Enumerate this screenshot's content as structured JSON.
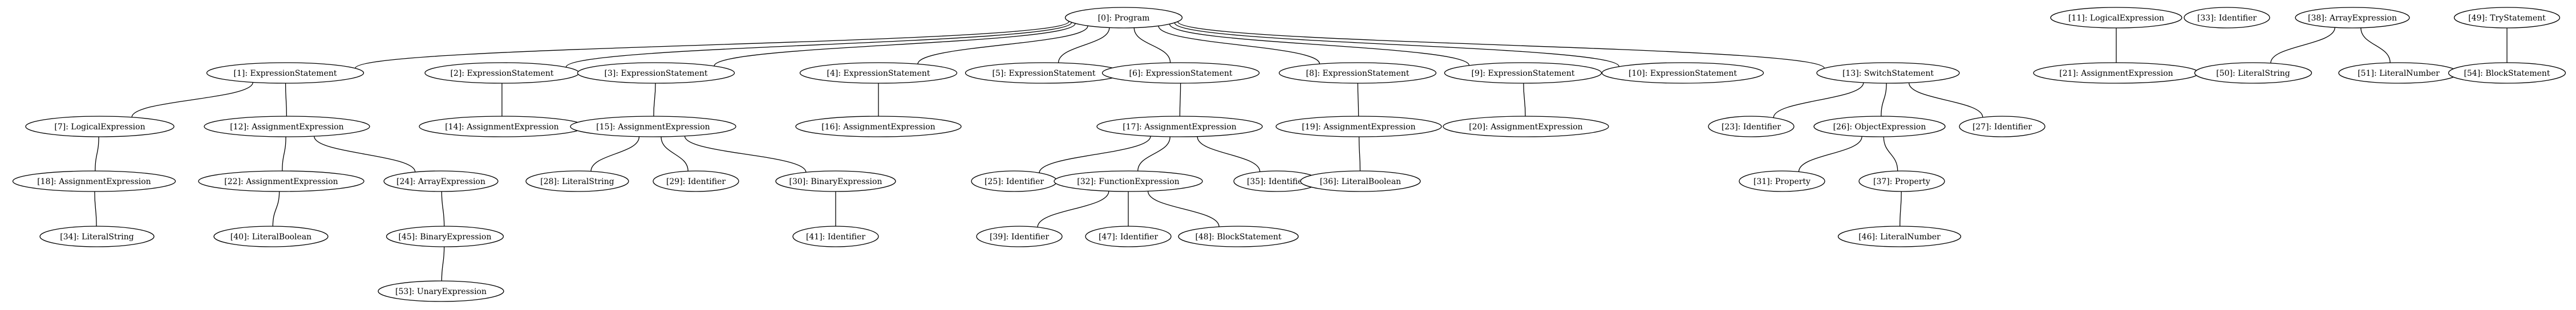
{
  "nodes": [
    {
      "id": 0,
      "label": "[0]: Program"
    },
    {
      "id": 1,
      "label": "[1]: ExpressionStatement"
    },
    {
      "id": 2,
      "label": "[2]: ExpressionStatement"
    },
    {
      "id": 3,
      "label": "[3]: ExpressionStatement"
    },
    {
      "id": 4,
      "label": "[4]: ExpressionStatement"
    },
    {
      "id": 5,
      "label": "[5]: ExpressionStatement"
    },
    {
      "id": 6,
      "label": "[6]: ExpressionStatement"
    },
    {
      "id": 8,
      "label": "[8]: ExpressionStatement"
    },
    {
      "id": 9,
      "label": "[9]: ExpressionStatement"
    },
    {
      "id": 10,
      "label": "[10]: ExpressionStatement"
    },
    {
      "id": 13,
      "label": "[13]: SwitchStatement"
    },
    {
      "id": 7,
      "label": "[7]: LogicalExpression"
    },
    {
      "id": 12,
      "label": "[12]: AssignmentExpression"
    },
    {
      "id": 14,
      "label": "[14]: AssignmentExpression"
    },
    {
      "id": 15,
      "label": "[15]: AssignmentExpression"
    },
    {
      "id": 16,
      "label": "[16]: AssignmentExpression"
    },
    {
      "id": 17,
      "label": "[17]: AssignmentExpression"
    },
    {
      "id": 19,
      "label": "[19]: AssignmentExpression"
    },
    {
      "id": 20,
      "label": "[20]: AssignmentExpression"
    },
    {
      "id": 23,
      "label": "[23]: Identifier"
    },
    {
      "id": 26,
      "label": "[26]: ObjectExpression"
    },
    {
      "id": 27,
      "label": "[27]: Identifier"
    },
    {
      "id": 18,
      "label": "[18]: AssignmentExpression"
    },
    {
      "id": 22,
      "label": "[22]: AssignmentExpression"
    },
    {
      "id": 24,
      "label": "[24]: ArrayExpression"
    },
    {
      "id": 28,
      "label": "[28]: LiteralString"
    },
    {
      "id": 29,
      "label": "[29]: Identifier"
    },
    {
      "id": 30,
      "label": "[30]: BinaryExpression"
    },
    {
      "id": 25,
      "label": "[25]: Identifier"
    },
    {
      "id": 32,
      "label": "[32]: FunctionExpression"
    },
    {
      "id": 35,
      "label": "[35]: Identifier"
    },
    {
      "id": 36,
      "label": "[36]: LiteralBoolean"
    },
    {
      "id": 31,
      "label": "[31]: Property"
    },
    {
      "id": 37,
      "label": "[37]: Property"
    },
    {
      "id": 34,
      "label": "[34]: LiteralString"
    },
    {
      "id": 40,
      "label": "[40]: LiteralBoolean"
    },
    {
      "id": 45,
      "label": "[45]: BinaryExpression"
    },
    {
      "id": 41,
      "label": "[41]: Identifier"
    },
    {
      "id": 39,
      "label": "[39]: Identifier"
    },
    {
      "id": 47,
      "label": "[47]: Identifier"
    },
    {
      "id": 48,
      "label": "[48]: BlockStatement"
    },
    {
      "id": 46,
      "label": "[46]: LiteralNumber"
    },
    {
      "id": 53,
      "label": "[53]: UnaryExpression"
    },
    {
      "id": 11,
      "label": "[11]: LogicalExpression"
    },
    {
      "id": 21,
      "label": "[21]: AssignmentExpression"
    },
    {
      "id": 33,
      "label": "[33]: Identifier"
    },
    {
      "id": 38,
      "label": "[38]: ArrayExpression"
    },
    {
      "id": 50,
      "label": "[50]: LiteralString"
    },
    {
      "id": 51,
      "label": "[51]: LiteralNumber"
    },
    {
      "id": 49,
      "label": "[49]: TryStatement"
    },
    {
      "id": 54,
      "label": "[54]: BlockStatement"
    }
  ],
  "edges": [
    [
      0,
      1
    ],
    [
      0,
      2
    ],
    [
      0,
      3
    ],
    [
      0,
      4
    ],
    [
      0,
      5
    ],
    [
      0,
      6
    ],
    [
      0,
      8
    ],
    [
      0,
      9
    ],
    [
      0,
      10
    ],
    [
      0,
      13
    ],
    [
      1,
      7
    ],
    [
      1,
      12
    ],
    [
      2,
      14
    ],
    [
      3,
      15
    ],
    [
      4,
      16
    ],
    [
      6,
      17
    ],
    [
      8,
      19
    ],
    [
      9,
      20
    ],
    [
      13,
      23
    ],
    [
      13,
      26
    ],
    [
      13,
      27
    ],
    [
      7,
      18
    ],
    [
      12,
      22
    ],
    [
      12,
      24
    ],
    [
      15,
      28
    ],
    [
      15,
      29
    ],
    [
      15,
      30
    ],
    [
      17,
      25
    ],
    [
      17,
      32
    ],
    [
      17,
      35
    ],
    [
      19,
      36
    ],
    [
      26,
      31
    ],
    [
      26,
      37
    ],
    [
      18,
      34
    ],
    [
      22,
      40
    ],
    [
      24,
      45
    ],
    [
      30,
      41
    ],
    [
      32,
      39
    ],
    [
      32,
      47
    ],
    [
      32,
      48
    ],
    [
      37,
      46
    ],
    [
      45,
      53
    ],
    [
      11,
      21
    ],
    [
      38,
      50
    ],
    [
      38,
      51
    ],
    [
      49,
      54
    ]
  ]
}
